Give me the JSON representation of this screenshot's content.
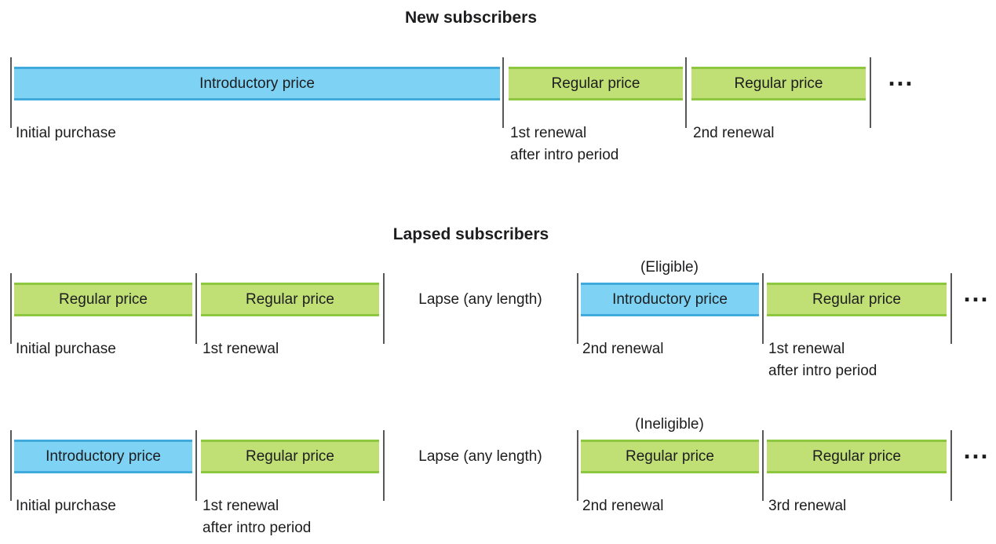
{
  "colors": {
    "introductory_fill": "#7ED2F4",
    "introductory_border": "#41AADD",
    "regular_fill": "#C0DF75",
    "regular_border": "#8DC63F",
    "tick": "#58585A",
    "text": "#1D1D1F",
    "background": "#FFFFFF"
  },
  "diagram": {
    "sections": [
      {
        "title": "New subscribers",
        "rows": [
          {
            "bars": [
              {
                "type": "introductory",
                "label": "Introductory price"
              },
              {
                "type": "regular",
                "label": "Regular price"
              },
              {
                "type": "regular",
                "label": "Regular price"
              }
            ],
            "ellipsis": "...",
            "milestones": [
              {
                "label": "Initial purchase"
              },
              {
                "label": "1st renewal\nafter intro period"
              },
              {
                "label": "2nd renewal"
              }
            ]
          }
        ]
      },
      {
        "title": "Lapsed subscribers",
        "rows": [
          {
            "badge": "(Eligible)",
            "bars": [
              {
                "type": "regular",
                "label": "Regular price"
              },
              {
                "type": "regular",
                "label": "Regular price"
              },
              {
                "type": "introductory",
                "label": "Introductory price"
              },
              {
                "type": "regular",
                "label": "Regular price"
              }
            ],
            "lapse_label": "Lapse (any length)",
            "ellipsis": "...",
            "milestones": [
              {
                "label": "Initial purchase"
              },
              {
                "label": "1st renewal"
              },
              {
                "label": "2nd renewal"
              },
              {
                "label": "1st renewal\nafter intro period"
              }
            ]
          },
          {
            "badge": "(Ineligible)",
            "bars": [
              {
                "type": "introductory",
                "label": "Introductory price"
              },
              {
                "type": "regular",
                "label": "Regular price"
              },
              {
                "type": "regular",
                "label": "Regular price"
              },
              {
                "type": "regular",
                "label": "Regular price"
              }
            ],
            "lapse_label": "Lapse (any length)",
            "ellipsis": "...",
            "milestones": [
              {
                "label": "Initial purchase"
              },
              {
                "label": "1st renewal\nafter intro period"
              },
              {
                "label": "2nd renewal"
              },
              {
                "label": "3rd renewal"
              }
            ]
          }
        ]
      }
    ]
  }
}
